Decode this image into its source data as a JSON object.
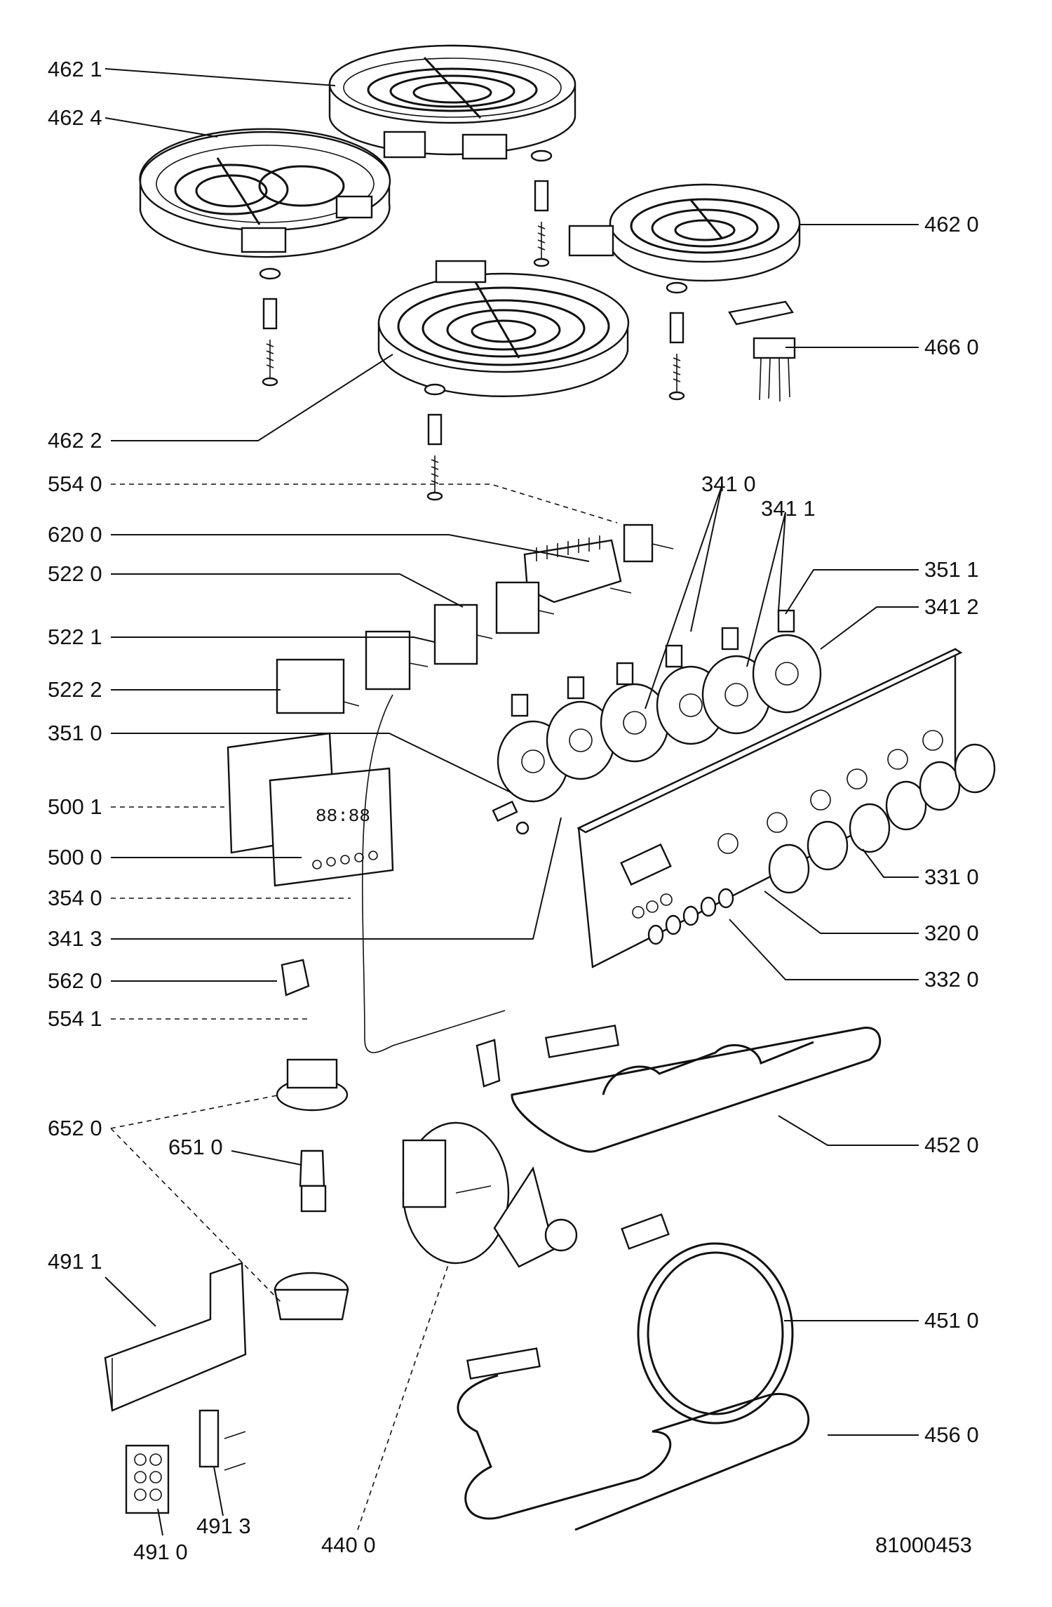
{
  "diagram_id": "81000453",
  "labels": {
    "l4621": "462 1",
    "l4624": "462 4",
    "l4620": "462 0",
    "l4660": "466 0",
    "l4622": "462 2",
    "l5540": "554 0",
    "l6200": "620 0",
    "l5220": "522 0",
    "l3410": "341 0",
    "l3411": "341 1",
    "l3511": "351 1",
    "l3412": "341 2",
    "l5221": "522 1",
    "l5222": "522 2",
    "l3510": "351 0",
    "l5001": "500 1",
    "l5000": "500 0",
    "l3540": "354 0",
    "l3413": "341 3",
    "l3310": "331 0",
    "l3200": "320 0",
    "l3320": "332 0",
    "l5620": "562 0",
    "l5541": "554 1",
    "l6520": "652 0",
    "l6510": "651 0",
    "l4520": "452 0",
    "l4911": "491 1",
    "l4510": "451 0",
    "l4560": "456 0",
    "l4913": "491 3",
    "l4910": "491 0",
    "l4400": "440 0"
  },
  "icons": {
    "hotplate": "hotplate-icon",
    "knob": "control-knob-icon",
    "switch": "rotary-switch-icon",
    "heater": "heating-element-icon"
  }
}
